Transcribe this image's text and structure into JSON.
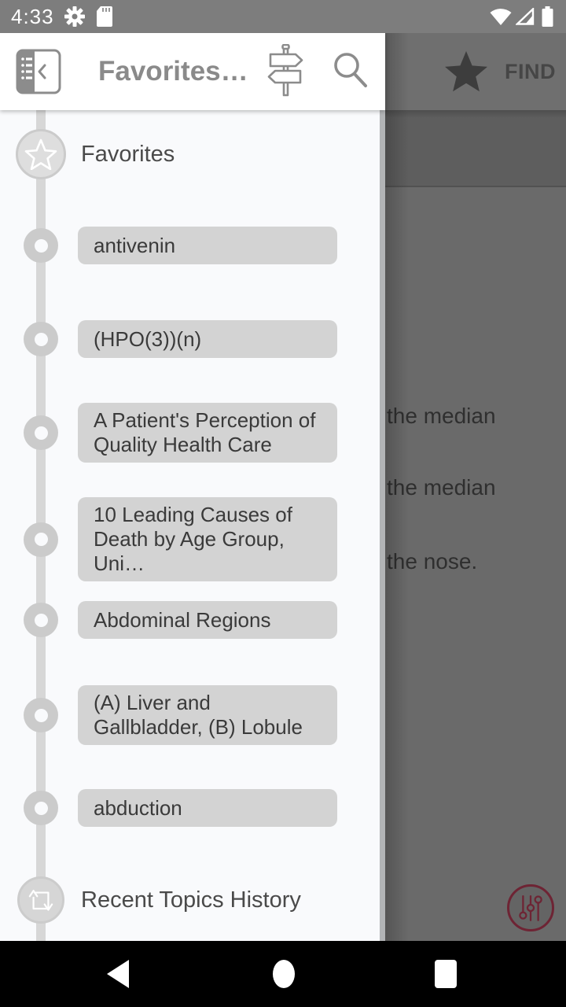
{
  "status_bar": {
    "time": "4:33",
    "icons": [
      "settings-gear-icon",
      "sd-card-icon",
      "wifi-icon",
      "cell-signal-icon",
      "battery-icon"
    ]
  },
  "app_bar": {
    "title": "Favorites…",
    "icons": [
      "drawer-close-icon",
      "signpost-icon",
      "search-icon"
    ]
  },
  "background_screen": {
    "find_label": "FIND",
    "star_icon": "favorite-star-icon",
    "content_lines": [
      "the median",
      "the median",
      "the nose."
    ],
    "fab_icon": "sliders-tune-icon"
  },
  "drawer": {
    "favorites_header": "Favorites",
    "items": [
      {
        "label": "antivenin"
      },
      {
        "label": "(HPO(3))(n)"
      },
      {
        "label": "A Patient's Perception of Quality Health Care"
      },
      {
        "label": "10 Leading Causes of Death by Age Group, Uni…"
      },
      {
        "label": "Abdominal Regions"
      },
      {
        "label": "(A) Liver and Gallbladder, (B) Lobule"
      },
      {
        "label": "abduction"
      }
    ],
    "recent_topics_label": "Recent Topics History"
  },
  "nav_bar": {
    "icons": [
      "back-icon",
      "home-icon",
      "recent-apps-icon"
    ]
  },
  "colors": {
    "accent_maroon": "#6e2434",
    "status_bar_bg": "#7d7d7d",
    "drawer_bg": "#f9fafc",
    "chip_bg": "#d3d3d3",
    "scrim_gray": "#6a6a6a",
    "nav_bar_bg": "#000000"
  }
}
